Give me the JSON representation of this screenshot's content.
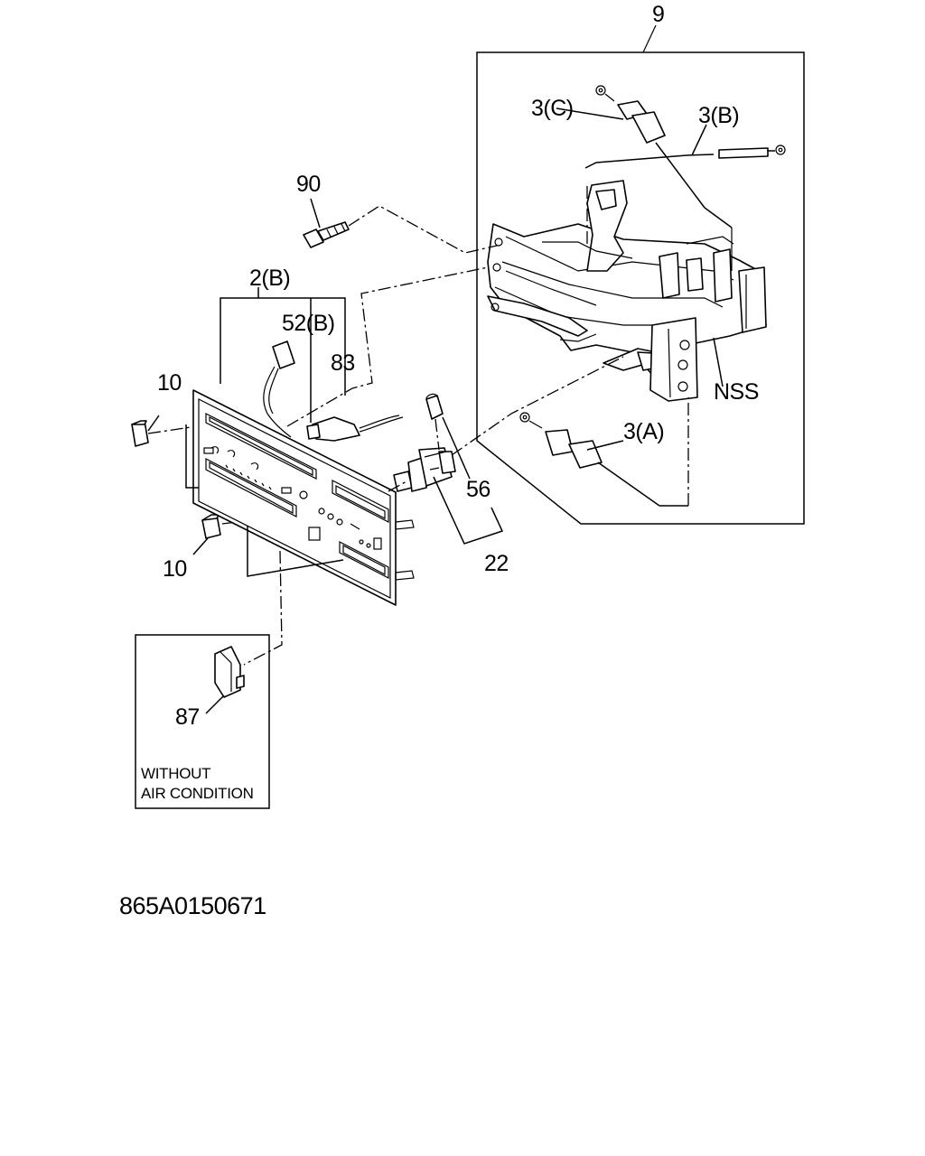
{
  "callouts": {
    "c9": "9",
    "c3c": "3(C)",
    "c3b": "3(B)",
    "c90": "90",
    "c2b": "2(B)",
    "c52b": "52(B)",
    "c83": "83",
    "c10a": "10",
    "c10b": "10",
    "cNSS": "NSS",
    "c3a": "3(A)",
    "c56": "56",
    "c22": "22",
    "c87": "87"
  },
  "inset_note": {
    "line1": "WITHOUT",
    "line2": "AIR CONDITION"
  },
  "diagram_code": "865A0150671"
}
